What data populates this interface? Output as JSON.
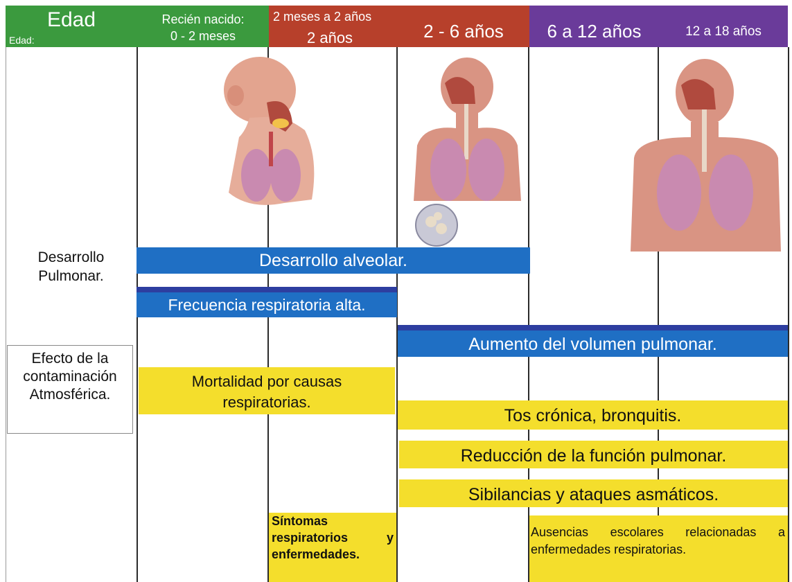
{
  "header": {
    "col_edad": {
      "title": "Edad",
      "sub": "Edad:"
    },
    "col_recien": {
      "line1": "Recién nacido:",
      "line2": "0 - 2 meses"
    },
    "col_2m2a": {
      "line1": "2 meses a 2 años",
      "line2": "2 años"
    },
    "col_2_6": {
      "title": "2 - 6 años"
    },
    "col_6_12": {
      "title": "6 a 12 años"
    },
    "col_12_18": {
      "title": "12 a 18 años"
    }
  },
  "colors": {
    "green": "#3b9a3e",
    "red": "#b7402b",
    "purple": "#6a3b9a",
    "blue": "#1f6fc4",
    "yellow": "#f4de2c",
    "skin": "#d99483",
    "lung": "#c98ab0"
  },
  "rows": {
    "desarrollo": "Desarrollo Pulmonar.",
    "efecto": "Efecto de la contaminación Atmosférica."
  },
  "bars": {
    "alveolar": "Desarrollo alveolar.",
    "frecuencia": "Frecuencia respiratoria alta.",
    "volumen": "Aumento del volumen pulmonar.",
    "mortalidad": "Mortalidad por causas respiratorias.",
    "tos": "Tos crónica, bronquitis.",
    "reduccion": "Reducción de la función pulmonar.",
    "sibilancias": "Sibilancias y ataques asmáticos.",
    "sintomas": "Síntomas respiratorios y enfermedades.",
    "ausencias": "Ausencias escolares relacionadas a enfermedades respiratorias."
  }
}
